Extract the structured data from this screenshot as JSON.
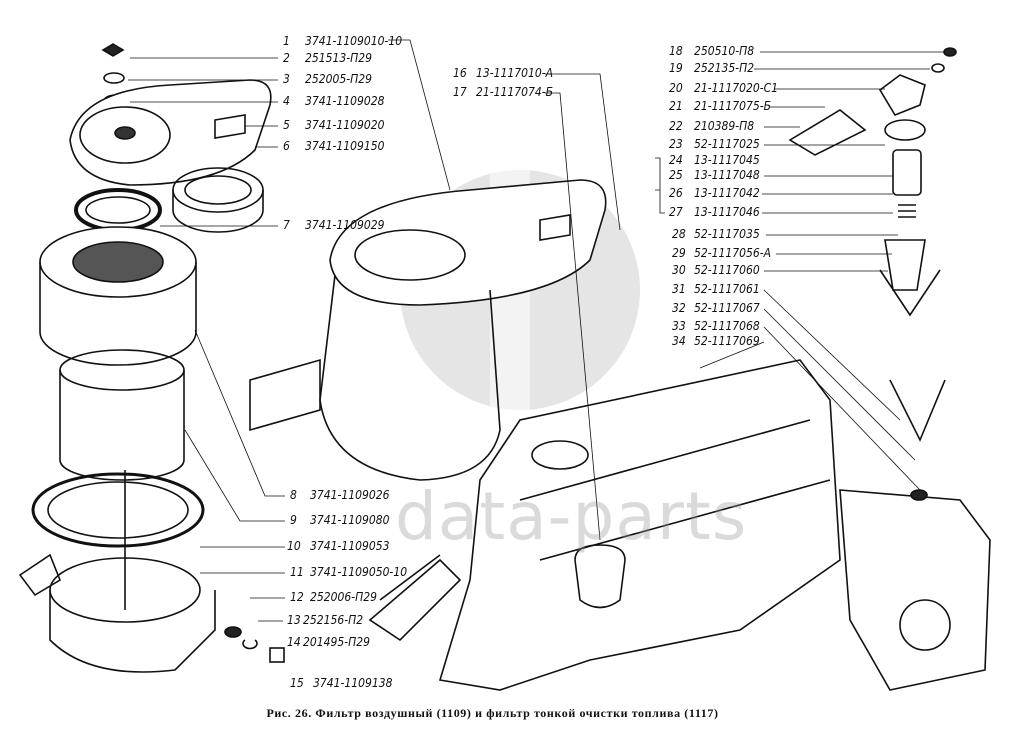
{
  "caption": "Рис. 26. Фильтр воздушный (1109) и фильтр тонкой очистки топлива (1117)",
  "watermark": "data-parts",
  "parts": [
    {
      "num": "1",
      "code": "3741-1109010-10"
    },
    {
      "num": "2",
      "code": "251513-П29"
    },
    {
      "num": "3",
      "code": "252005-П29"
    },
    {
      "num": "4",
      "code": "3741-1109028"
    },
    {
      "num": "5",
      "code": "3741-1109020"
    },
    {
      "num": "6",
      "code": "3741-1109150"
    },
    {
      "num": "7",
      "code": "3741-1109029"
    },
    {
      "num": "8",
      "code": "3741-1109026"
    },
    {
      "num": "9",
      "code": "3741-1109080"
    },
    {
      "num": "10",
      "code": "3741-1109053"
    },
    {
      "num": "11",
      "code": "3741-1109050-10"
    },
    {
      "num": "12",
      "code": "252006-П29"
    },
    {
      "num": "13",
      "code": "252156-П2"
    },
    {
      "num": "14",
      "code": "201495-П29"
    },
    {
      "num": "15",
      "code": "3741-1109138"
    },
    {
      "num": "16",
      "code": "13-1117010-А"
    },
    {
      "num": "17",
      "code": "21-1117074-Б"
    },
    {
      "num": "18",
      "code": "250510-П8"
    },
    {
      "num": "19",
      "code": "252135-П2"
    },
    {
      "num": "20",
      "code": "21-1117020-С1"
    },
    {
      "num": "21",
      "code": "21-1117075-Б"
    },
    {
      "num": "22",
      "code": "210389-П8"
    },
    {
      "num": "23",
      "code": "52-1117025"
    },
    {
      "num": "24",
      "code": "13-1117045"
    },
    {
      "num": "25",
      "code": "13-1117048"
    },
    {
      "num": "26",
      "code": "13-1117042"
    },
    {
      "num": "27",
      "code": "13-1117046"
    },
    {
      "num": "28",
      "code": "52-1117035"
    },
    {
      "num": "29",
      "code": "52-1117056-А"
    },
    {
      "num": "30",
      "code": "52-1117060"
    },
    {
      "num": "31",
      "code": "52-1117061"
    },
    {
      "num": "32",
      "code": "52-1117067"
    },
    {
      "num": "33",
      "code": "52-1117068"
    },
    {
      "num": "34",
      "code": "52-1117069"
    }
  ]
}
